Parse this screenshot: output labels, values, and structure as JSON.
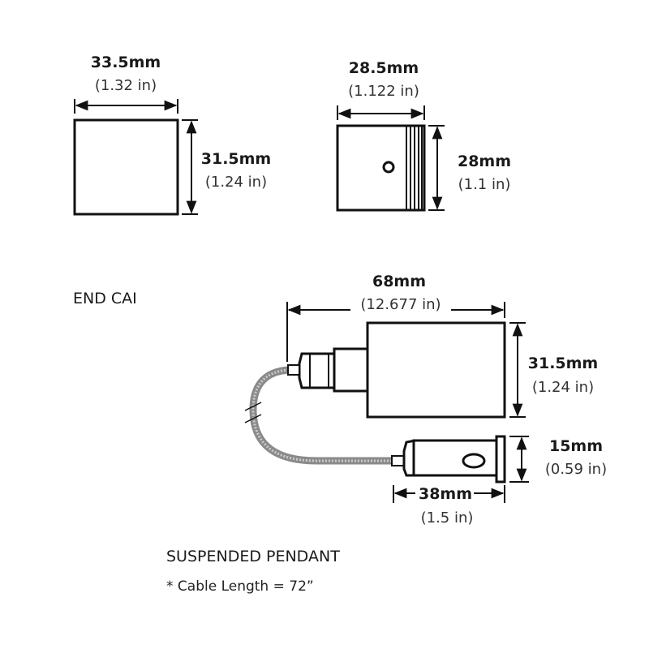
{
  "end_cap_front": {
    "width_mm": "33.5mm",
    "width_in": "(1.32 in)",
    "height_mm": "31.5mm",
    "height_in": "(1.24 in)"
  },
  "end_cap_side": {
    "width_mm": "28.5mm",
    "width_in": "(1.122 in)",
    "height_mm": "28mm",
    "height_in": "(1.1 in)"
  },
  "end_cap_label": "END CAI",
  "pendant": {
    "length_mm": "68mm",
    "length_in": "(12.677 in)",
    "height_mm": "31.5mm",
    "height_in": "(1.24 in)",
    "canopy_dia_mm": "15mm",
    "canopy_dia_in": "(0.59 in)",
    "canopy_len_mm": "38mm",
    "canopy_len_in": "(1.5 in)"
  },
  "pendant_label": "SUSPENDED PENDANT",
  "cable_note": "* Cable Length = 72”",
  "colors": {
    "line": "#111111",
    "cable": "#8a8a8a"
  }
}
